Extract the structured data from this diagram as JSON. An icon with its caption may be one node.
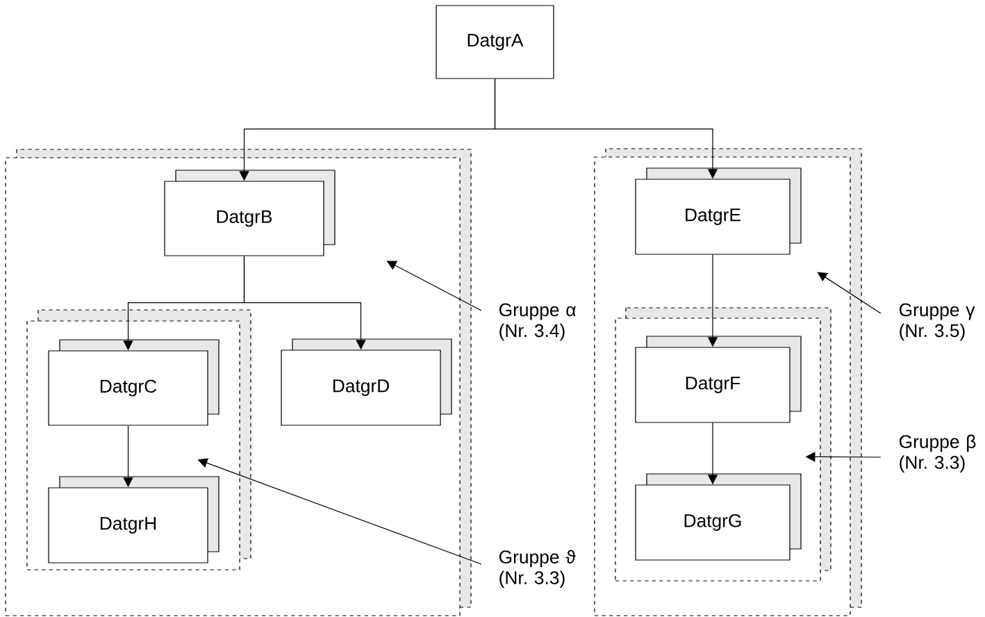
{
  "diagram": {
    "nodes": [
      {
        "text": [
          "DatgrA"
        ]
      },
      {
        "text": [],
        "shape": "box"
      },
      {
        "text": [
          "DatgrB"
        ],
        "in": 1
      },
      {
        "text": [],
        "shape": "box",
        "in": 1
      },
      {
        "text": [
          "DatgrC"
        ],
        "in": 3
      },
      {
        "text": [
          "DatgrH"
        ],
        "in": 3
      },
      {
        "text": [
          "DatgrD"
        ],
        "in": 1
      },
      {
        "text": [],
        "shape": "box"
      },
      {
        "text": [
          "DatgrE"
        ],
        "in": 7
      },
      {
        "text": [],
        "shape": "box",
        "in": 7
      },
      {
        "text": [
          "DatgrF"
        ],
        "in": 9
      },
      {
        "text": [
          "DatgrG"
        ],
        "in": 9
      },
      {
        "text": [
          "Gruppe α (Nr. 3.4)"
        ]
      },
      {
        "text": [
          "Gruppe γ (Nr. 3.5)"
        ]
      },
      {
        "text": [
          "Gruppe β (Nr. 3.3)"
        ]
      },
      {
        "text": [
          "Gruppe ϑ (Nr. 3.3)"
        ]
      }
    ],
    "edges": [
      {
        "from": 0,
        "to": 2,
        "arrow": "to"
      },
      {
        "from": 0,
        "to": 8,
        "arrow": "to"
      },
      {
        "from": 2,
        "to": 4,
        "arrow": "to"
      },
      {
        "from": 2,
        "to": 6,
        "arrow": "to"
      },
      {
        "from": 4,
        "to": 5,
        "arrow": "to"
      },
      {
        "from": 8,
        "to": 10,
        "arrow": "to"
      },
      {
        "from": 10,
        "to": 11,
        "arrow": "to"
      },
      {
        "from": 12,
        "to": 1,
        "arrow": "to"
      },
      {
        "from": 13,
        "to": 7,
        "arrow": "to"
      },
      {
        "from": 14,
        "to": 9,
        "arrow": "to"
      },
      {
        "from": 15,
        "to": 3,
        "arrow": "to"
      }
    ]
  }
}
